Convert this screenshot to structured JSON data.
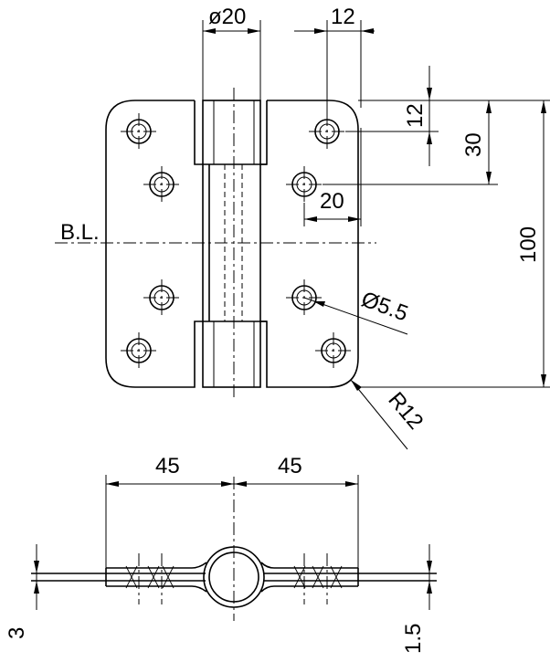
{
  "labels": {
    "pin_diameter": "ø20",
    "knuckle_offset": "12",
    "hole_offset_vertical": "12",
    "hole_spacing": "30",
    "hole_offset_horizontal": "20",
    "overall_height": "100",
    "base_line": "B.L.",
    "hole_diameter": "Ø5.5",
    "corner_radius": "R12",
    "leaf_width_left": "45",
    "leaf_width_right": "45",
    "overall_thickness": "3",
    "leaf_thickness": "1.5"
  },
  "colors": {
    "line": "#000000",
    "background": "#ffffff"
  }
}
